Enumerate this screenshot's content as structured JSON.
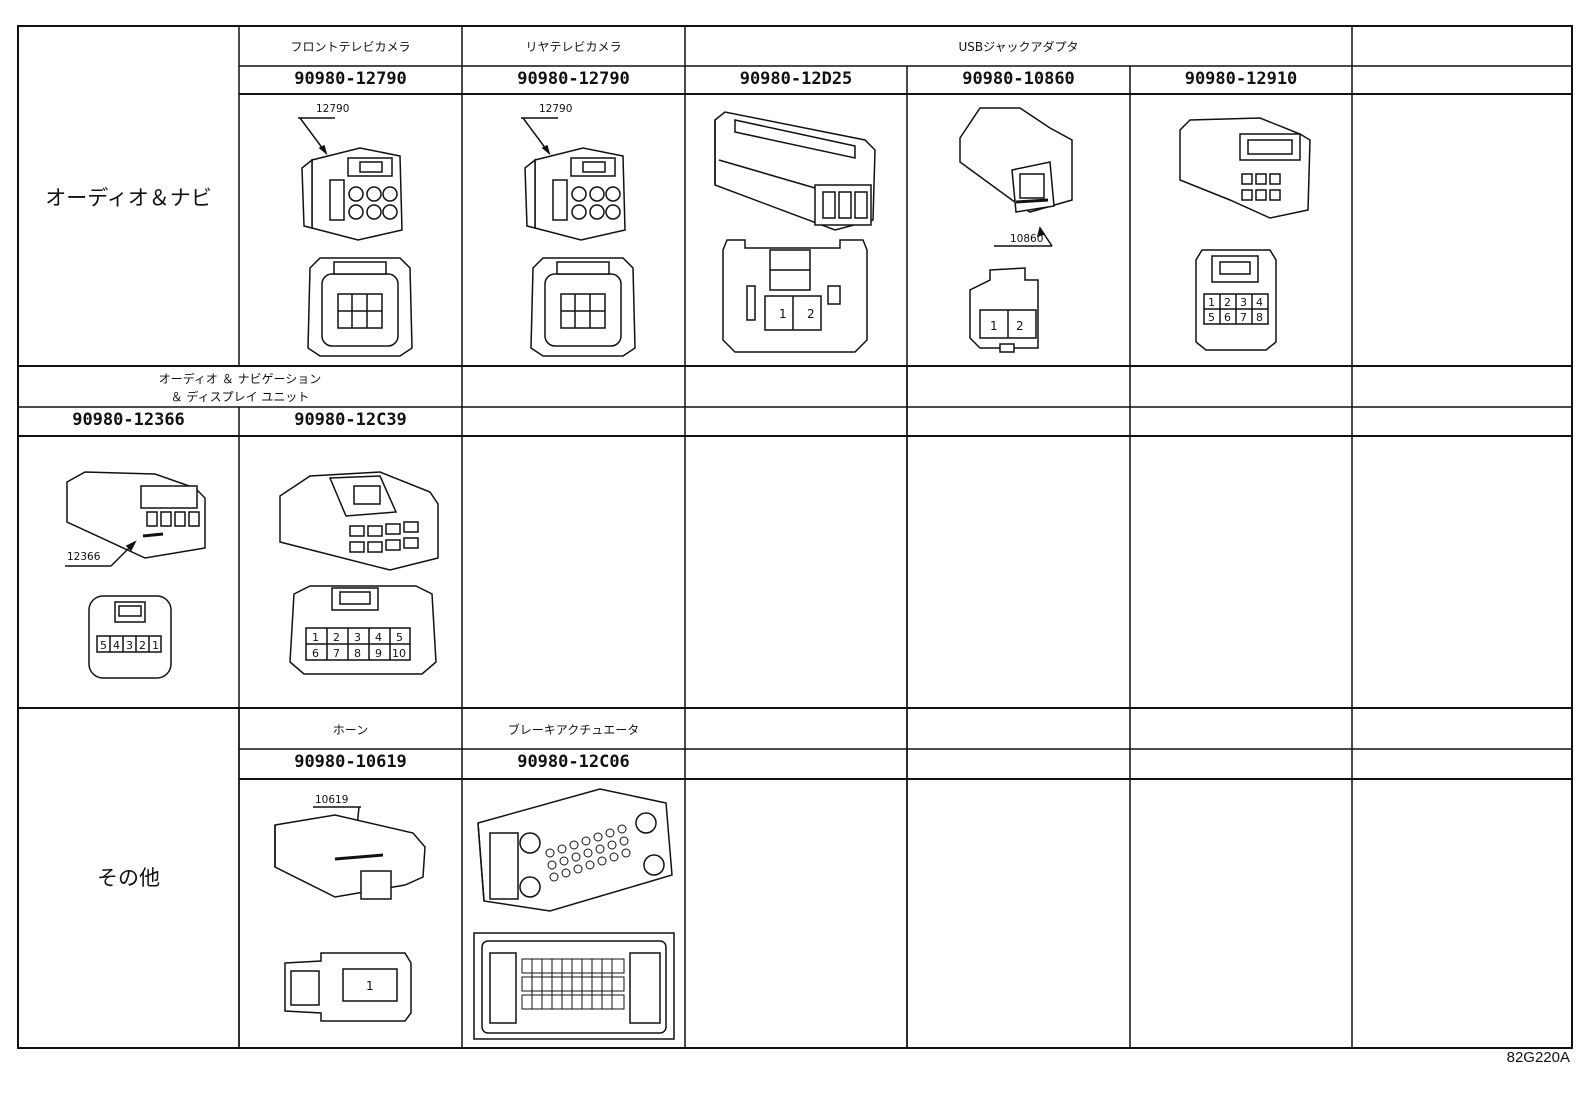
{
  "categories": {
    "audio_nav": "オーディオ＆ナビ",
    "other": "その他"
  },
  "headers": {
    "front_camera": "フロントテレビカメラ",
    "rear_camera": "リヤテレビカメラ",
    "usb_adapter": "USBジャックアダプタ",
    "display_unit_line1": "オーディオ ＆ ナビゲーション",
    "display_unit_line2": "＆ ディスプレイ ユニット",
    "horn": "ホーン",
    "brake_actuator": "ブレーキアクチュエータ"
  },
  "part_numbers": {
    "front_camera": "90980-12790",
    "rear_camera": "90980-12790",
    "usb_1": "90980-12D25",
    "usb_2": "90980-10860",
    "usb_3": "90980-12910",
    "display_1": "90980-12366",
    "display_2": "90980-12C39",
    "horn": "90980-10619",
    "brake": "90980-12C06"
  },
  "callouts": {
    "front_camera": "12790",
    "rear_camera": "12790",
    "usb_2": "10860",
    "display_1": "12366",
    "horn": "10619"
  },
  "pin_labels": {
    "two_pin": [
      "1",
      "2"
    ],
    "four_row": [
      "1",
      "2",
      "3",
      "4",
      "5",
      "6",
      "7",
      "8"
    ],
    "five_rev": [
      "5",
      "4",
      "3",
      "2",
      "1"
    ],
    "ten_top": [
      "1",
      "2",
      "3",
      "4",
      "5"
    ],
    "ten_bottom": [
      "6",
      "7",
      "8",
      "9",
      "10"
    ],
    "one_pin": "1"
  },
  "figure_code": "82G220A",
  "colors": {
    "line": "#111111",
    "background": "#ffffff"
  }
}
